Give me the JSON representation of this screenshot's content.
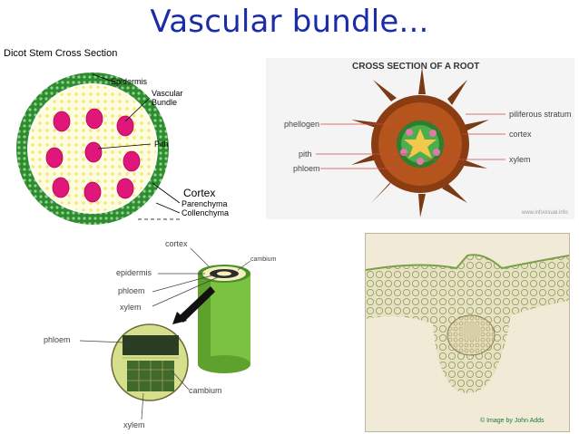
{
  "slide_title": "Vascular bundle...",
  "dicot": {
    "heading": "Dicot Stem Cross Section",
    "labels": {
      "epidermis": "Epidermis",
      "vascular_1": "Vascular",
      "vascular_2": "Bundle",
      "pith": "Pith",
      "cortex": "Cortex",
      "parenchyma": "Parenchyma",
      "collenchyma": "Collenchyma"
    }
  },
  "root": {
    "heading": "CROSS SECTION OF A ROOT",
    "labels": {
      "phellogen": "phellogen",
      "pith": "pith",
      "phloem": "phloem",
      "piliferous": "piliferous stratum",
      "cortex": "cortex",
      "xylem": "xylem"
    },
    "watermark": "www.infovisual.info"
  },
  "stem3d": {
    "labels": {
      "cortex": "cortex",
      "epidermis": "epidermis",
      "phloem": "phloem",
      "xylem": "xylem",
      "cambium_top": "cambium",
      "phloem_left": "phloem",
      "cambium_bottom": "cambium",
      "xylem_bottom": "xylem"
    }
  },
  "micrograph": {
    "credit": "© Image by John Adds"
  }
}
